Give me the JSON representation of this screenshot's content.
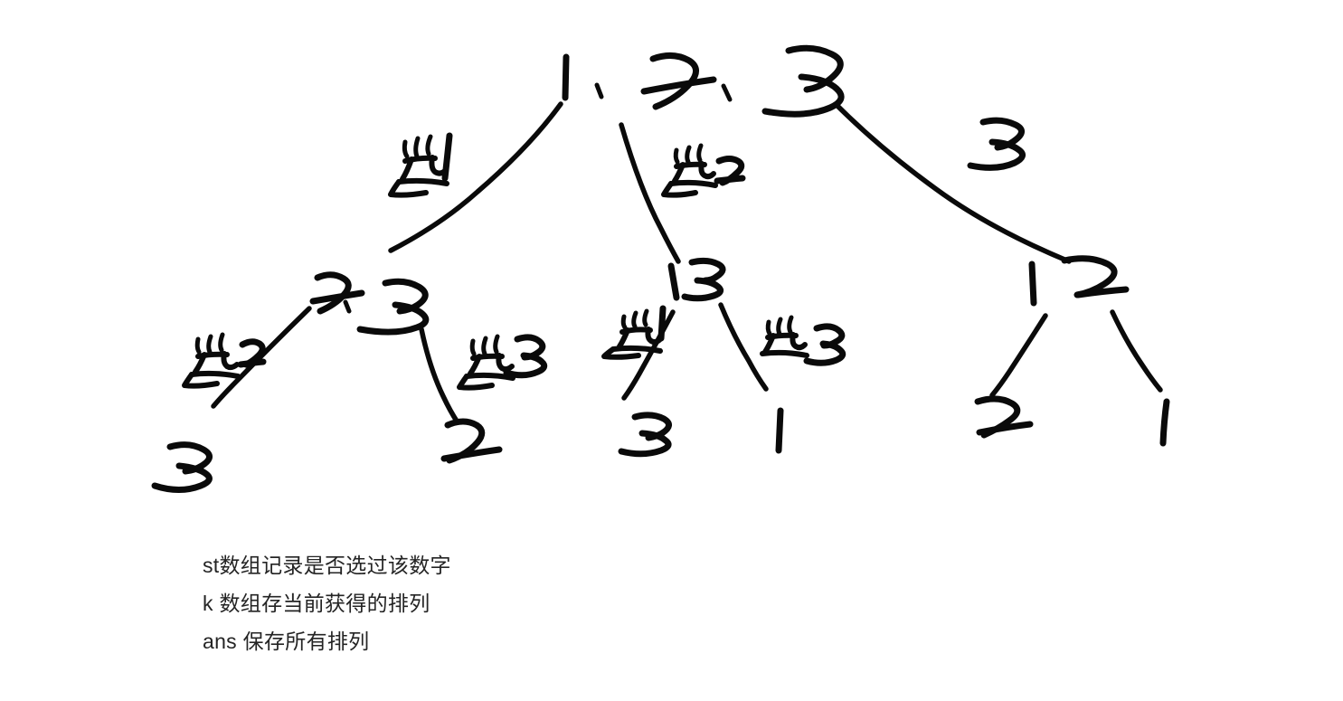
{
  "diagram": {
    "kind": "handwritten-recursion-tree",
    "title_text": "1, 2, 3",
    "ink_color": "#0a0a0a",
    "background_color": "#ffffff",
    "text_color": "#242424",
    "nodes": [
      {
        "id": "root",
        "label": "1, 2, 3",
        "level": 0
      },
      {
        "id": "n23",
        "label": "2, 3",
        "level": 1
      },
      {
        "id": "n13",
        "label": "1 3",
        "level": 1
      },
      {
        "id": "n12",
        "label": "1 2",
        "level": 1
      },
      {
        "id": "l3a",
        "label": "3",
        "level": 2
      },
      {
        "id": "l2a",
        "label": "2",
        "level": 2
      },
      {
        "id": "l3b",
        "label": "3",
        "level": 2
      },
      {
        "id": "l1a",
        "label": "1",
        "level": 2
      },
      {
        "id": "l2b",
        "label": "2",
        "level": 2
      },
      {
        "id": "l1b",
        "label": "1",
        "level": 2
      }
    ],
    "edges": [
      {
        "from": "root",
        "to": "n23",
        "label": "选1"
      },
      {
        "from": "root",
        "to": "n13",
        "label": "选2"
      },
      {
        "from": "root",
        "to": "n12",
        "label": "3"
      },
      {
        "from": "n23",
        "to": "l3a",
        "label": "选2"
      },
      {
        "from": "n23",
        "to": "l2a",
        "label": "选3"
      },
      {
        "from": "n13",
        "to": "l3b",
        "label": "选1"
      },
      {
        "from": "n13",
        "to": "l1a",
        "label": "选 3"
      },
      {
        "from": "n12",
        "to": "l2b",
        "label": ""
      },
      {
        "from": "n12",
        "to": "l1b",
        "label": ""
      }
    ]
  },
  "notes": {
    "lines": [
      "st数组记录是否选过该数字",
      "k 数组存当前获得的排列",
      "ans 保存所有排列"
    ]
  }
}
